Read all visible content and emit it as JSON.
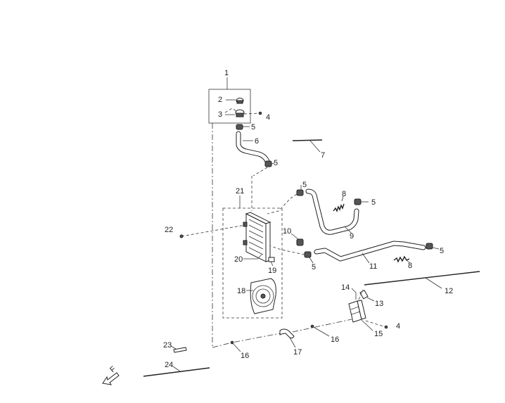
{
  "diagram": {
    "parts": [
      {
        "id": "p1",
        "label": "1"
      },
      {
        "id": "p2",
        "label": "2"
      },
      {
        "id": "p3",
        "label": "3"
      },
      {
        "id": "p4a",
        "label": "4"
      },
      {
        "id": "p4b",
        "label": "4"
      },
      {
        "id": "p5a",
        "label": "5"
      },
      {
        "id": "p5b",
        "label": "5"
      },
      {
        "id": "p5c",
        "label": "5"
      },
      {
        "id": "p5d",
        "label": "5"
      },
      {
        "id": "p5e",
        "label": "5"
      },
      {
        "id": "p5f",
        "label": "5"
      },
      {
        "id": "p6",
        "label": "6"
      },
      {
        "id": "p7",
        "label": "7"
      },
      {
        "id": "p8a",
        "label": "8"
      },
      {
        "id": "p8b",
        "label": "8"
      },
      {
        "id": "p9",
        "label": "9"
      },
      {
        "id": "p10",
        "label": "10"
      },
      {
        "id": "p11",
        "label": "11"
      },
      {
        "id": "p12",
        "label": "12"
      },
      {
        "id": "p13",
        "label": "13"
      },
      {
        "id": "p14",
        "label": "14"
      },
      {
        "id": "p15",
        "label": "15"
      },
      {
        "id": "p16a",
        "label": "16"
      },
      {
        "id": "p16b",
        "label": "16"
      },
      {
        "id": "p17",
        "label": "17"
      },
      {
        "id": "p18",
        "label": "18"
      },
      {
        "id": "p19",
        "label": "19"
      },
      {
        "id": "p20",
        "label": "20"
      },
      {
        "id": "p21",
        "label": "21"
      },
      {
        "id": "p22",
        "label": "22"
      },
      {
        "id": "p23",
        "label": "23"
      },
      {
        "id": "p24",
        "label": "24"
      }
    ]
  }
}
